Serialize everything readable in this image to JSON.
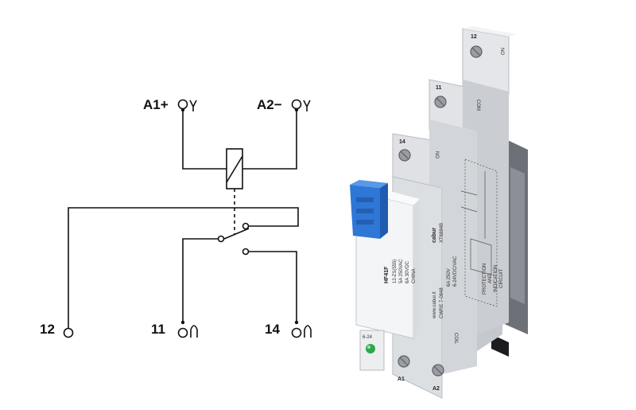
{
  "schematic": {
    "terminals": {
      "a1": "A1+",
      "a2": "A2−",
      "t12": "12",
      "t11": "11",
      "t14": "14"
    }
  },
  "product": {
    "brand": "cabur",
    "model_code": "XT6884B",
    "website": "www.cabur.it",
    "certification": "CWRE 7-0848",
    "rating_line1": "6A 250V",
    "rating_line2": "6-24VDC/VAC",
    "circuit_text": [
      "PROTECTION",
      "AND",
      "INDICATION",
      "CIRCUIT"
    ],
    "socket_labels": {
      "t12": "12",
      "t11": "11",
      "t14": "14",
      "a1": "A1",
      "a2": "A2",
      "no": "NO",
      "com": "COM",
      "coil": "COIL",
      "voltage": "6-24"
    },
    "relay_module": {
      "model": "HF41F",
      "lines": [
        "12-ZS(555)",
        "5A 250VAC",
        "6A 30VDC",
        "CHINA"
      ]
    },
    "colors": {
      "housing": "#d7dade",
      "clip": "#2f77d6",
      "led": "#2ea84a",
      "din_rail": "#6d7076"
    }
  }
}
